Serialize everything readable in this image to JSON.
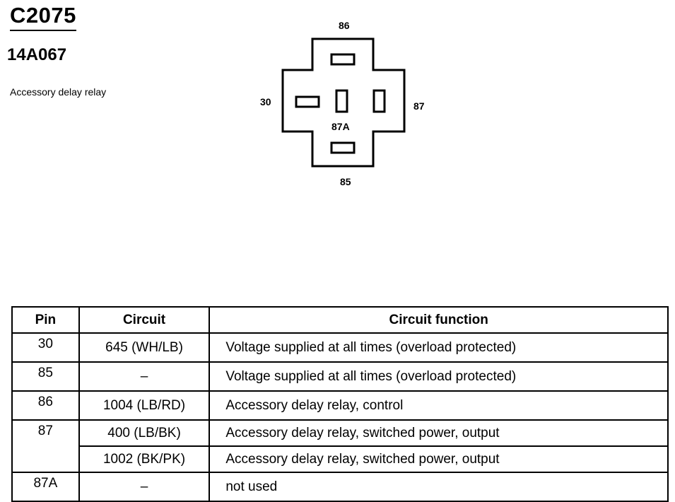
{
  "header": {
    "connector_id": "C2075",
    "part_number": "14A067",
    "component_name": "Accessory delay relay"
  },
  "diagram": {
    "pins": {
      "top": "86",
      "left": "30",
      "right": "87",
      "center": "87A",
      "bottom": "85"
    }
  },
  "table": {
    "headers": {
      "pin": "Pin",
      "circuit": "Circuit",
      "function": "Circuit function"
    },
    "rows": [
      {
        "pin": "30",
        "circuit": "645 (WH/LB)",
        "function": "Voltage supplied at all times (overload protected)"
      },
      {
        "pin": "85",
        "circuit": "–",
        "function": "Voltage supplied at all times (overload protected)"
      },
      {
        "pin": "86",
        "circuit": "1004 (LB/RD)",
        "function": "Accessory delay relay, control"
      },
      {
        "pin": "87",
        "circuit": "400 (LB/BK)",
        "function": "Accessory delay relay, switched power, output"
      },
      {
        "pin": "",
        "circuit": "1002 (BK/PK)",
        "function": "Accessory delay relay, switched power, output"
      },
      {
        "pin": "87A",
        "circuit": "–",
        "function": "not used"
      }
    ]
  }
}
